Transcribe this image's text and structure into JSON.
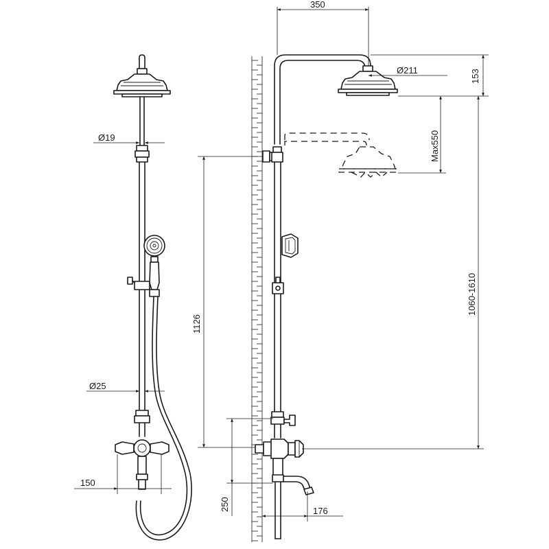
{
  "dimensions": {
    "arm_length": "350",
    "head_diameter": "Ø211",
    "head_height": "153",
    "max_lower": "Max550",
    "overall_height": "1060-1610",
    "pipe_length": "1126",
    "pipe_diameter_top": "Ø19",
    "pipe_diameter_bottom": "Ø25",
    "mixer_width": "150",
    "spout_height": "250",
    "spout_reach": "176"
  }
}
